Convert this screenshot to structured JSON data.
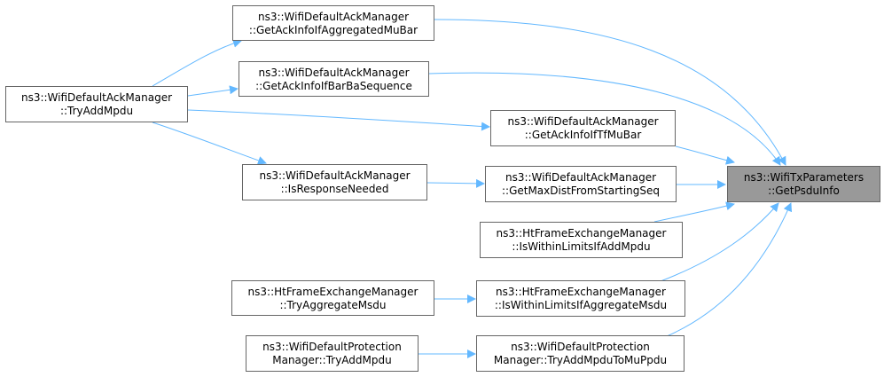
{
  "colors": {
    "edge": "#63b8ff",
    "node_border": "#666666",
    "target_fill": "#999999"
  },
  "nodes": {
    "target": {
      "line1": "ns3::WifiTxParameters",
      "line2": "::GetPsduInfo"
    },
    "get_ack_info_aggregated_mubar": {
      "line1": "ns3::WifiDefaultAckManager",
      "line2": "::GetAckInfoIfAggregatedMuBar"
    },
    "get_ack_info_bar_ba_sequence": {
      "line1": "ns3::WifiDefaultAckManager",
      "line2": "::GetAckInfoIfBarBaSequence"
    },
    "try_add_mpdu_ack": {
      "line1": "ns3::WifiDefaultAckManager",
      "line2": "::TryAddMpdu"
    },
    "get_ack_info_tf_mubar": {
      "line1": "ns3::WifiDefaultAckManager",
      "line2": "::GetAckInfoIfTfMuBar"
    },
    "is_response_needed": {
      "line1": "ns3::WifiDefaultAckManager",
      "line2": "::IsResponseNeeded"
    },
    "get_max_dist_from_starting_seq": {
      "line1": "ns3::WifiDefaultAckManager",
      "line2": "::GetMaxDistFromStartingSeq"
    },
    "is_within_limits_add_mpdu": {
      "line1": "ns3::HtFrameExchangeManager",
      "line2": "::IsWithinLimitsIfAddMpdu"
    },
    "try_aggregate_msdu": {
      "line1": "ns3::HtFrameExchangeManager",
      "line2": "::TryAggregateMsdu"
    },
    "is_within_limits_aggregate_msdu": {
      "line1": "ns3::HtFrameExchangeManager",
      "line2": "::IsWithinLimitsIfAggregateMsdu"
    },
    "try_add_mpdu_protection": {
      "line1": "ns3::WifiDefaultProtection",
      "line2": "Manager::TryAddMpdu"
    },
    "try_add_mpdu_to_mu_ppdu": {
      "line1": "ns3::WifiDefaultProtection",
      "line2": "Manager::TryAddMpduToMuPpdu"
    }
  }
}
